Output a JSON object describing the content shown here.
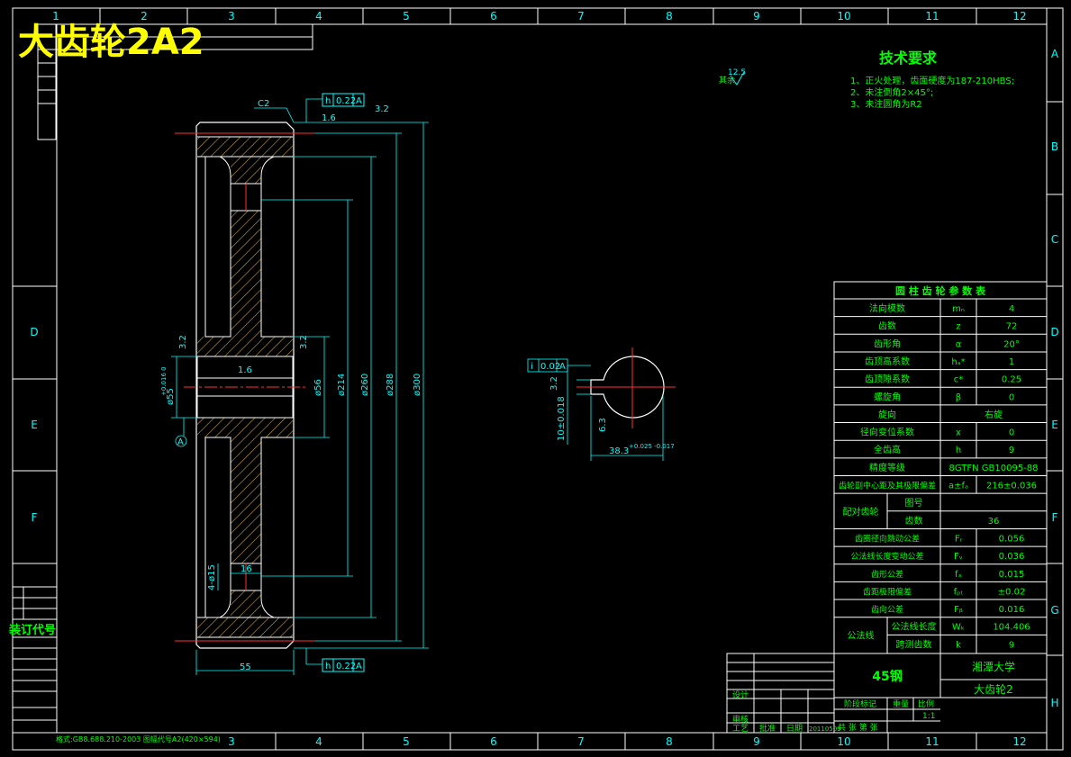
{
  "header": {
    "main_title": "大齿轮2A2",
    "binding_label": "装订代号"
  },
  "grid": {
    "columns": [
      "1",
      "2",
      "3",
      "4",
      "5",
      "6",
      "7",
      "8",
      "9",
      "10",
      "11",
      "12"
    ],
    "rows": [
      "A",
      "B",
      "C",
      "D",
      "E",
      "F",
      "G",
      "H"
    ],
    "bottom_columns": [
      "3",
      "4",
      "5",
      "6",
      "7",
      "8",
      "9",
      "10",
      "11",
      "12"
    ]
  },
  "technical_requirements": {
    "title": "技术要求",
    "items": [
      "1、正火处理，齿面硬度为187-210HBS;",
      "2、未注倒角2×45°;",
      "3、未注圆角为R2"
    ],
    "rest_roughness": "12.5",
    "rest_label": "其余"
  },
  "params_table": {
    "title": "圆 柱 齿 轮 参 数 表",
    "rows": [
      {
        "label": "法向模数",
        "symbol": "mₙ",
        "value": "4"
      },
      {
        "label": "齿数",
        "symbol": "z",
        "value": "72"
      },
      {
        "label": "齿形角",
        "symbol": "α",
        "value": "20°"
      },
      {
        "label": "齿顶高系数",
        "symbol": "hₐ*",
        "value": "1"
      },
      {
        "label": "齿顶隙系数",
        "symbol": "c*",
        "value": "0.25"
      },
      {
        "label": "螺旋角",
        "symbol": "β",
        "value": "0"
      },
      {
        "label": "旋向",
        "symbol": "",
        "value": "右旋"
      },
      {
        "label": "径向变位系数",
        "symbol": "x",
        "value": "0"
      },
      {
        "label": "全齿高",
        "symbol": "h",
        "value": "9"
      },
      {
        "label": "精度等级",
        "symbol": "",
        "value": "8GTFN GB10095-88"
      },
      {
        "label": "齿轮副中心距及其极限偏差",
        "symbol": "a±fₐ",
        "value": "216±0.036"
      }
    ],
    "mating": {
      "label": "配对齿轮",
      "drawing_no_label": "图号",
      "drawing_no_value": "",
      "teeth_label": "齿数",
      "teeth_value": "36"
    },
    "tolerance_rows": [
      {
        "label": "齿圈径向跳动公差",
        "symbol": "Fᵣ",
        "value": "0.056"
      },
      {
        "label": "公法线长度变动公差",
        "symbol": "Fᵥ",
        "value": "0.036"
      },
      {
        "label": "齿形公差",
        "symbol": "fₓ",
        "value": "0.015"
      },
      {
        "label": "齿距极限偏差",
        "symbol": "fₚₜ",
        "value": "±0.02"
      },
      {
        "label": "齿向公差",
        "symbol": "Fᵦ",
        "value": "0.016"
      }
    ],
    "common_normal": {
      "label": "公法线",
      "length_label": "公法线长度",
      "length_symbol": "Wₖ",
      "length_value": "104.406",
      "span_label": "跨测齿数",
      "span_symbol": "k",
      "span_value": "9"
    }
  },
  "title_block": {
    "material": "45钢",
    "school": "湘潭大学",
    "part_name": "大齿轮2",
    "scale_label": "比例",
    "scale": "1:1",
    "stage_label": "阶段标记",
    "weight_label": "重量",
    "sheet_label": "共 张 第 张",
    "designer_label": "设计",
    "check_label": "审核",
    "process_label": "工艺",
    "approve_label": "批准",
    "date_label": "日期",
    "date_value": "20110509"
  },
  "footer": {
    "format_text": "格式:GB8.688.210-2003 图幅代号A2(420×594)"
  },
  "dimensions": {
    "c2": "C2",
    "tol_top": "0.22",
    "tol_top_ref": "A",
    "tol_bottom": "0.22",
    "tol_bottom_ref": "A",
    "rough_top_1": "1.6",
    "rough_top_2": "3.2",
    "rough_left": "3.2",
    "rough_right": "3.2",
    "rough_bore": "1.6",
    "dia_bore": "ø55",
    "dia_bore_tol": "+0.016 0",
    "dia_56": "ø56",
    "dia_214": "ø214",
    "dia_260": "ø260",
    "dia_288": "ø288",
    "dia_300": "ø300",
    "web_16": "16",
    "hole_label": "4-ø15",
    "width_55": "55",
    "datum": "A",
    "key_tol": "0.02",
    "key_tol_ref": "A",
    "key_rough_1": "3.2",
    "key_rough_2": "6.3",
    "key_width": "10±0.018",
    "key_depth": "38.3",
    "key_depth_tol": "+0.025 -0.017"
  },
  "colors": {
    "background": "#000000",
    "frame": "#ffffff",
    "dimension": "#00ffff",
    "text": "#00ff00",
    "title": "#ffff00",
    "centerline": "#ff3030",
    "hatch": "#ffff00"
  }
}
